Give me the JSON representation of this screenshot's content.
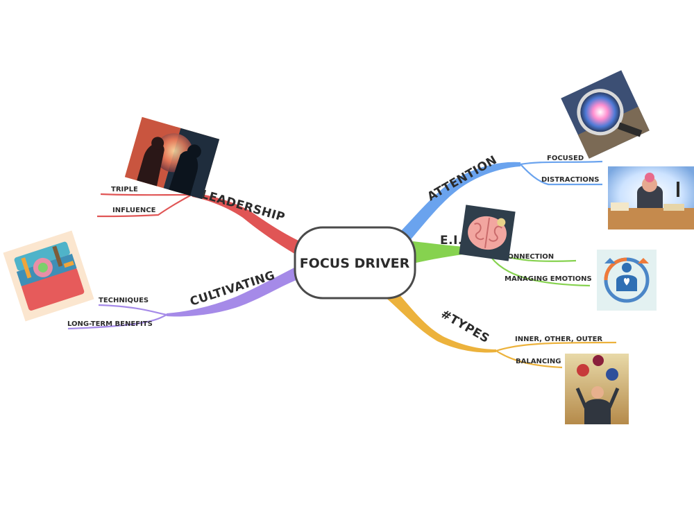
{
  "center": {
    "label": "FOCUS DRIVER"
  },
  "colors": {
    "leadership": "#e05555",
    "cultivating": "#a58ae8",
    "attention": "#6aa3ee",
    "ei": "#86d24f",
    "types": "#ecb23c",
    "node_border": "#4a4a4a"
  },
  "branches": {
    "leadership": {
      "label": "LEADERSHIP",
      "children": [
        "TRIPLE",
        "INFLUENCE"
      ]
    },
    "cultivating": {
      "label": "CULTIVATING",
      "children": [
        "TECHNIQUES",
        "LONG-TERM BENEFITS"
      ]
    },
    "attention": {
      "label": "ATTENTION",
      "children": [
        "FOCUSED",
        "DISTRACTIONS"
      ]
    },
    "ei": {
      "label": "E.I.",
      "children": [
        "CONNECTION",
        "MANAGING EMOTIONS"
      ]
    },
    "types": {
      "label": "#TYPES",
      "children": [
        "INNER, OTHER, OUTER",
        "BALANCING"
      ]
    }
  },
  "images": {
    "leadership": "leader-silhouette-illustration",
    "cultivating": "toolbox-brain-illustration",
    "attention_focused": "magnifying-glass-illustration",
    "attention_distractions": "distracted-man-illustration",
    "ei": "brain-illustration",
    "ei_managing": "person-heart-icon",
    "types_balancing": "juggling-businessman-illustration"
  }
}
